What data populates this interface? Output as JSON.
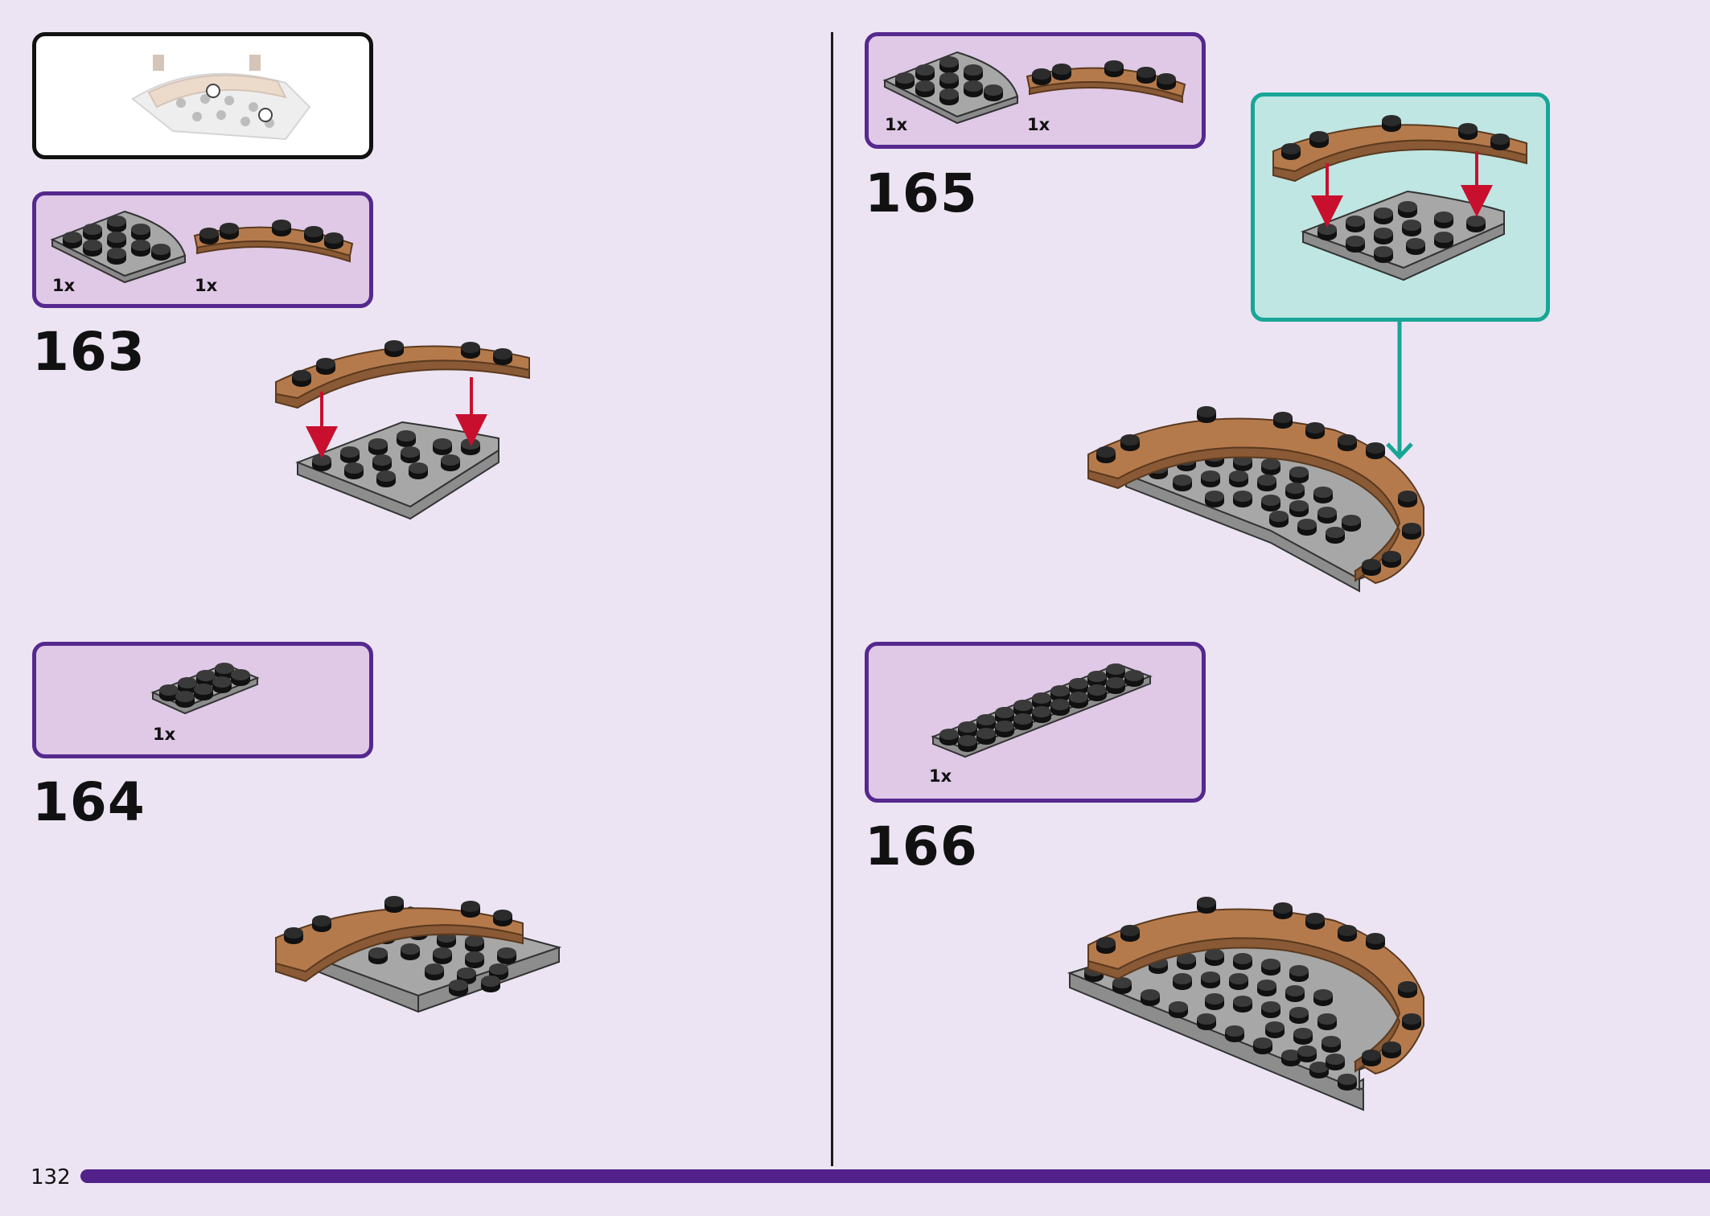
{
  "page": {
    "number": "132"
  },
  "steps": [
    {
      "number": "163",
      "parts": [
        {
          "qty": "1x"
        },
        {
          "qty": "1x"
        }
      ]
    },
    {
      "number": "164",
      "parts": [
        {
          "qty": "1x"
        }
      ]
    },
    {
      "number": "165",
      "parts": [
        {
          "qty": "1x"
        },
        {
          "qty": "1x"
        }
      ]
    },
    {
      "number": "166",
      "parts": [
        {
          "qty": "1x"
        }
      ]
    }
  ],
  "icons": [
    "subassembly-preview-icon",
    "quarter-round-plate-icon",
    "curved-arch-brick-icon",
    "plate-2x4-icon",
    "plate-2x10-icon",
    "assembly-arrow-icon",
    "callout-arrow-icon"
  ],
  "colors": {
    "page_background": "#ece4f3",
    "parts_box_border": "#55288e",
    "parts_box_fill": "#dfc9e6",
    "callout_border": "#19a596",
    "callout_fill": "#bfe6e3",
    "brick_brown": "#b57a4c",
    "plate_gray": "#a7a7a7",
    "arrow_red": "#c8102e",
    "progress_bar": "#52228a"
  }
}
